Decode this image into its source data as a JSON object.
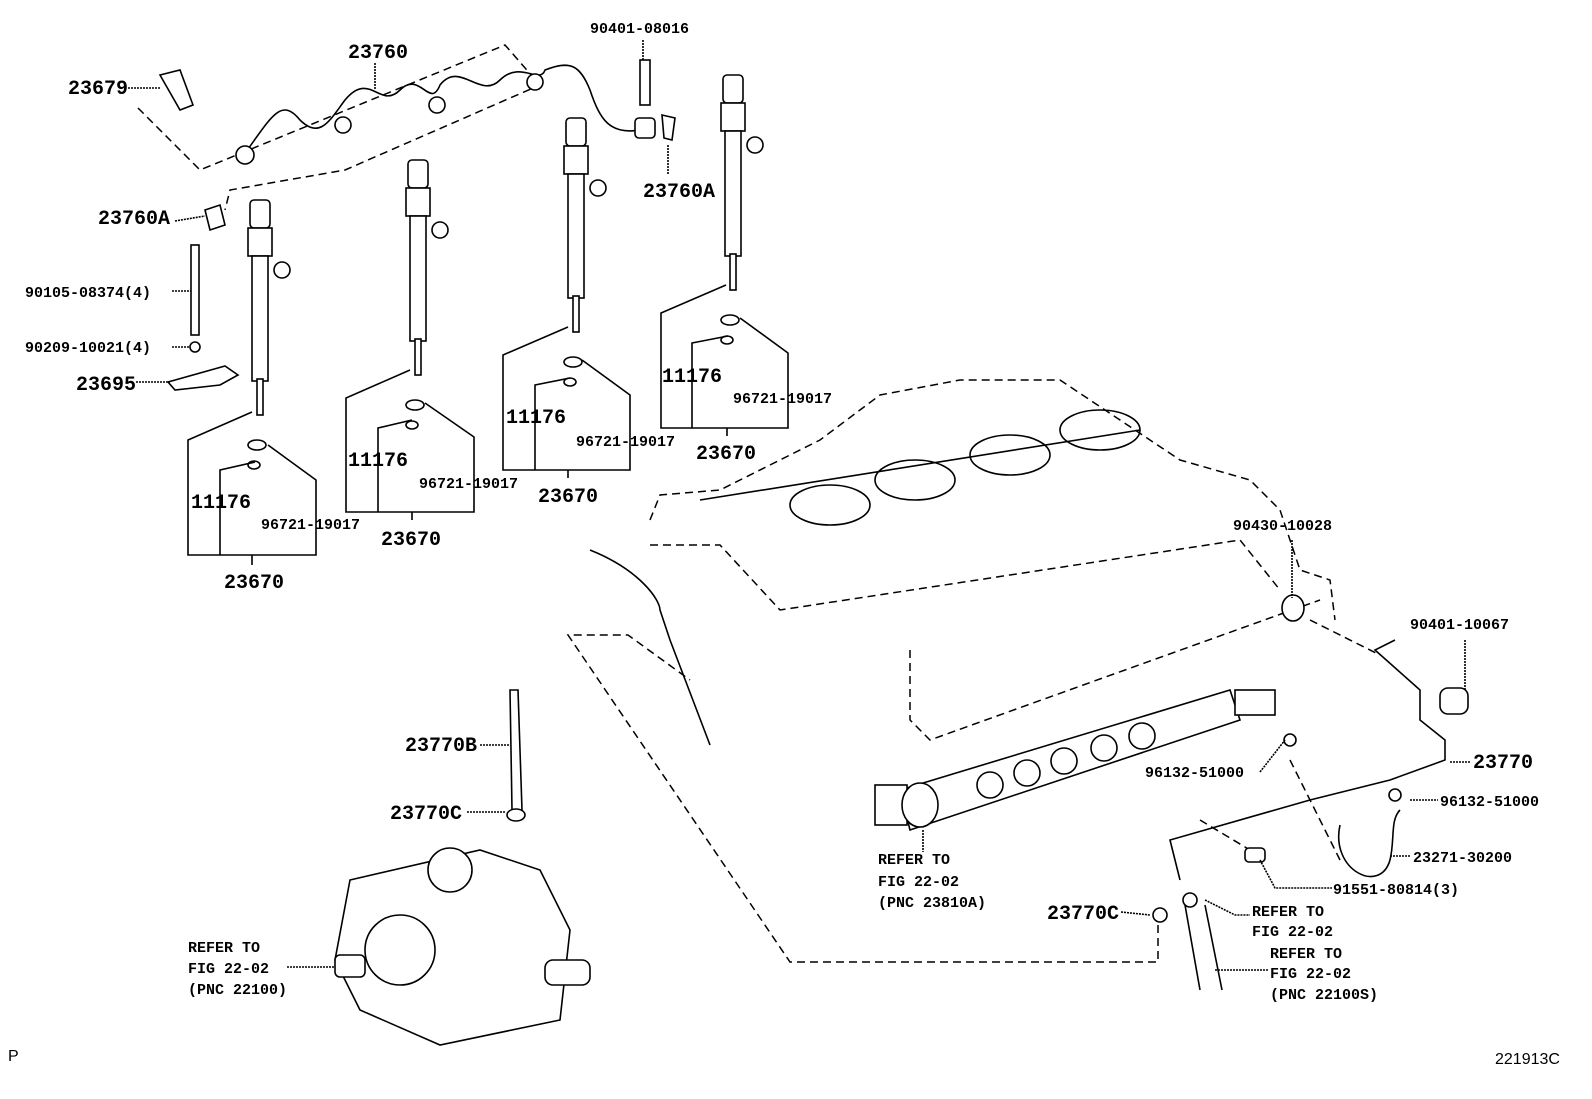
{
  "diagram": {
    "fuel_pipe_label": "23760",
    "top_bolt_label": "90401-08016",
    "union_bolt_label": "23679",
    "clamp_right_label": "23760A",
    "clamp_left_label": "23760A",
    "clamp_bolt_label": "90105-08374(4)",
    "clamp_washer_label": "90209-10021(4)",
    "nozzle_clamp_label": "23695",
    "injector_groups": [
      {
        "gasket": "11176",
        "ring": "96721-19017",
        "injector": "23670"
      },
      {
        "gasket": "11176",
        "ring": "96721-19017",
        "injector": "23670"
      },
      {
        "gasket": "11176",
        "ring": "96721-19017",
        "injector": "23670"
      },
      {
        "gasket": "11176",
        "ring": "96721-19017",
        "injector": "23670"
      }
    ],
    "plug_label": "90430-10028",
    "rail_bolt_label": "90401-10067",
    "return_pipe_label": "23770",
    "clip_left_label": "96132-51000",
    "clip_right_label": "96132-51000",
    "hose_label": "23271-30200",
    "pipe_bolt_label": "91551-80814(3)",
    "hose_b_label": "23770B",
    "clamp_c_pump_label": "23770C",
    "clamp_c_rail_label": "23770C",
    "refer_rail": [
      "REFER TO",
      "FIG 22-02",
      "(PNC 23810A)"
    ],
    "refer_pipe": [
      "REFER TO",
      "FIG 22-02"
    ],
    "refer_hose": [
      "REFER TO",
      "FIG 22-02",
      "(PNC 22100S)"
    ],
    "refer_pump": [
      "REFER TO",
      "FIG 22-02",
      "(PNC 22100)"
    ],
    "corner_mark": "P",
    "figure_id": "221913C"
  }
}
